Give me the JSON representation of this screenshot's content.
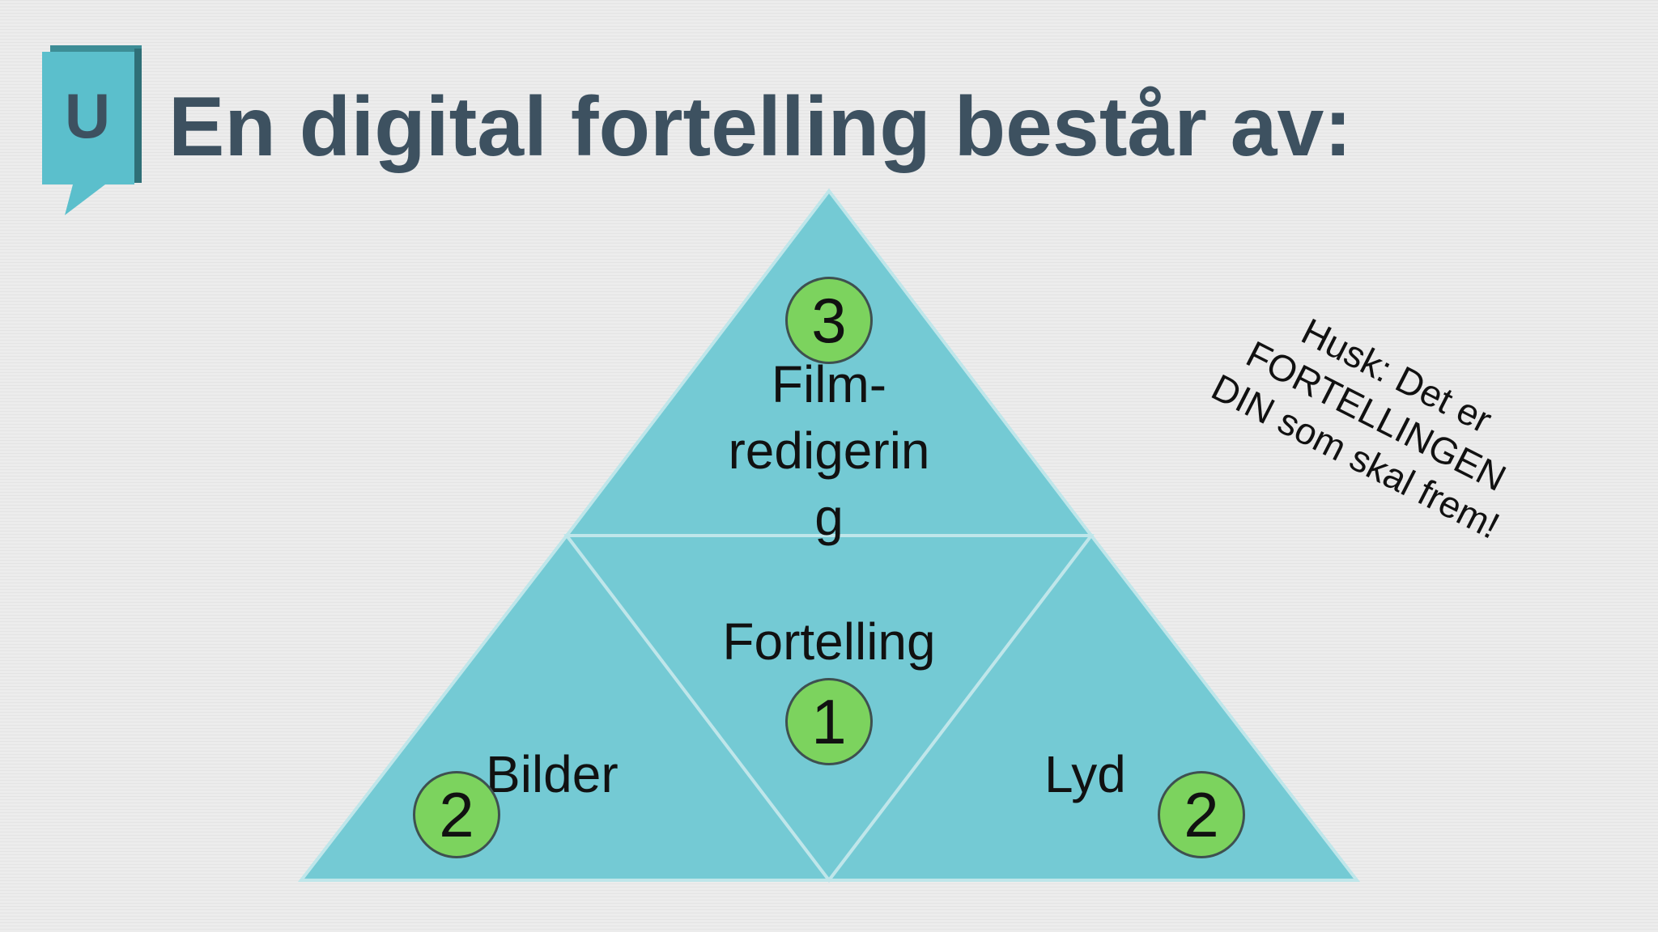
{
  "title": "En digital fortelling består av:",
  "logo": {
    "letter": "U",
    "icon": "speech-bubble-book-icon",
    "color": "#5bbfcc"
  },
  "pyramid": {
    "fill": "#74cad4",
    "line": "#bfe6ea",
    "segments": {
      "top": {
        "label": "Film-\nredigerin\ng",
        "number": "3"
      },
      "center": {
        "label": "Fortelling",
        "number": "1"
      },
      "left": {
        "label": "Bilder",
        "number": "2"
      },
      "right": {
        "label": "Lyd",
        "number": "2"
      }
    },
    "badge_color": "#7cd35e"
  },
  "note": "Husk: Det er FORTELLINGEN DIN som skal frem!"
}
